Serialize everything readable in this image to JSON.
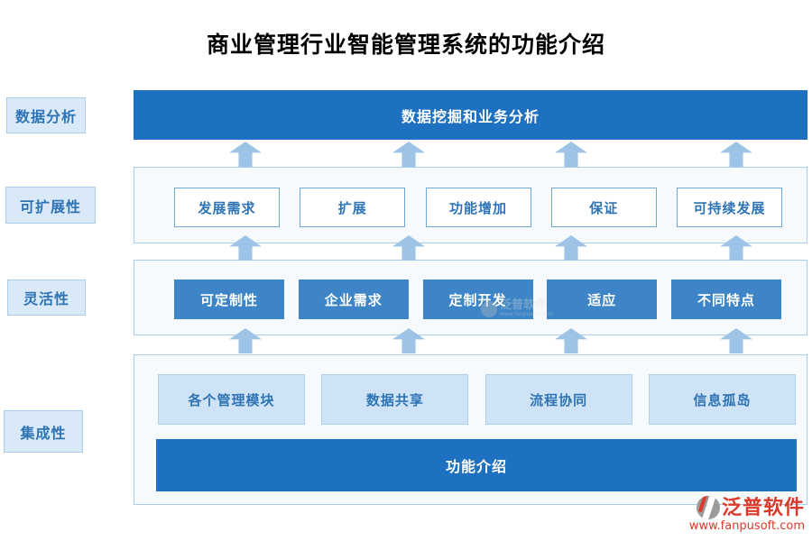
{
  "title": "商业管理行业智能管理系统的功能介绍",
  "rows": [
    {
      "label": "数据分析",
      "bar_text": "数据挖掘和业务分析"
    },
    {
      "label": "可扩展性",
      "items": [
        "发展需求",
        "扩展",
        "功能增加",
        "保证",
        "可持续发展"
      ]
    },
    {
      "label": "灵活性",
      "items": [
        "可定制性",
        "企业需求",
        "定制开发",
        "适应",
        "不同特点"
      ]
    },
    {
      "label": "集成性",
      "items": [
        "各个管理模块",
        "数据共享",
        "流程协同",
        "信息孤岛"
      ],
      "bar_text": "功能介绍"
    }
  ],
  "branding": {
    "name": "泛普软件",
    "url": "www.fanpusoft.com"
  },
  "colors": {
    "dark_bar_blue": "#1e70c1",
    "solid_box_blue": "#3d85c6",
    "light_box_blue": "#cfe3f7",
    "side_label_bg": "#d9e9f8",
    "container_border": "#a9cdec",
    "text_blue": "#2e74b5",
    "arrow_blue": "#9dc3e6",
    "brand_red": "#d93a2b"
  }
}
